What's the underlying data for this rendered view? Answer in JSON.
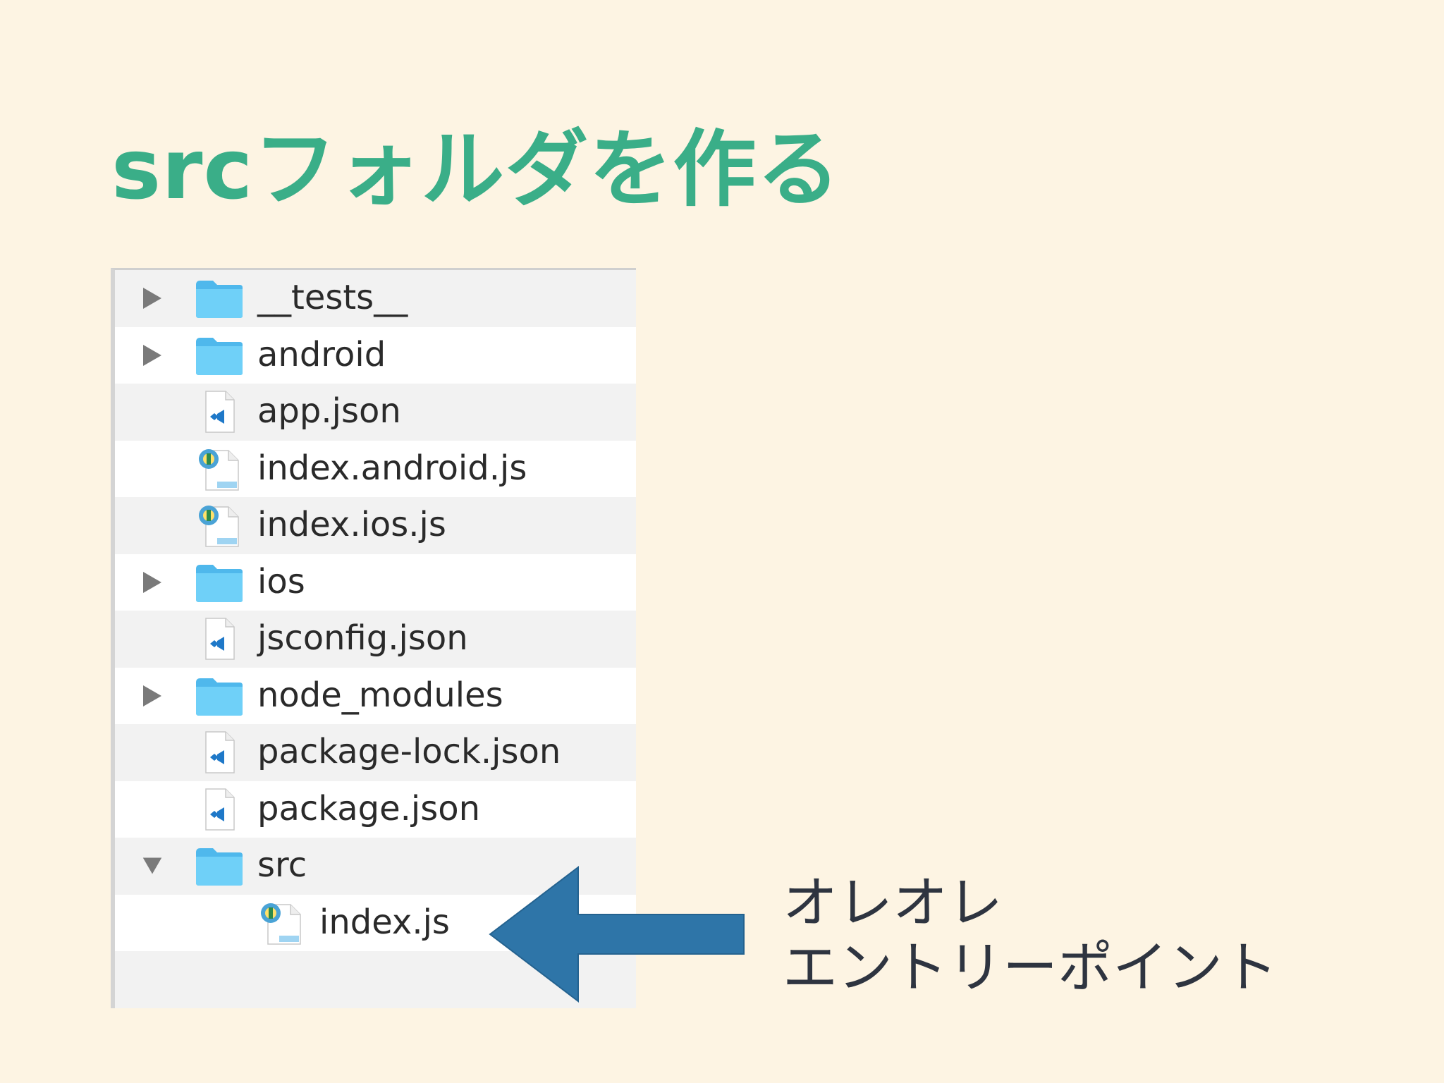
{
  "slide": {
    "title": "srcフォルダを作る"
  },
  "file_tree": {
    "items": [
      {
        "name": "__tests__",
        "kind": "folder",
        "expanded": false,
        "depth": 0
      },
      {
        "name": "android",
        "kind": "folder",
        "expanded": false,
        "depth": 0
      },
      {
        "name": "app.json",
        "kind": "json-file",
        "depth": 0
      },
      {
        "name": "index.android.js",
        "kind": "js-file",
        "depth": 0
      },
      {
        "name": "index.ios.js",
        "kind": "js-file",
        "depth": 0
      },
      {
        "name": "ios",
        "kind": "folder",
        "expanded": false,
        "depth": 0
      },
      {
        "name": "jsconfig.json",
        "kind": "json-file",
        "depth": 0
      },
      {
        "name": "node_modules",
        "kind": "folder",
        "expanded": false,
        "depth": 0
      },
      {
        "name": "package-lock.json",
        "kind": "json-file",
        "depth": 0
      },
      {
        "name": "package.json",
        "kind": "json-file",
        "depth": 0
      },
      {
        "name": "src",
        "kind": "folder",
        "expanded": true,
        "depth": 0
      },
      {
        "name": "index.js",
        "kind": "js-file",
        "depth": 1
      }
    ],
    "icons": {
      "folder": "folder-icon",
      "json-file": "vscode-json-file-icon",
      "js-file": "javascript-file-icon",
      "collapsed": "disclosure-right-icon",
      "expanded": "disclosure-down-icon"
    }
  },
  "annotation": {
    "line1": "オレオレ",
    "line2": "エントリーポイント"
  },
  "colors": {
    "background": "#fdf4e3",
    "title": "#3aae88",
    "arrow": "#2e75a8",
    "folder": "#5cc4f2",
    "annotation_text": "#2e3440"
  }
}
